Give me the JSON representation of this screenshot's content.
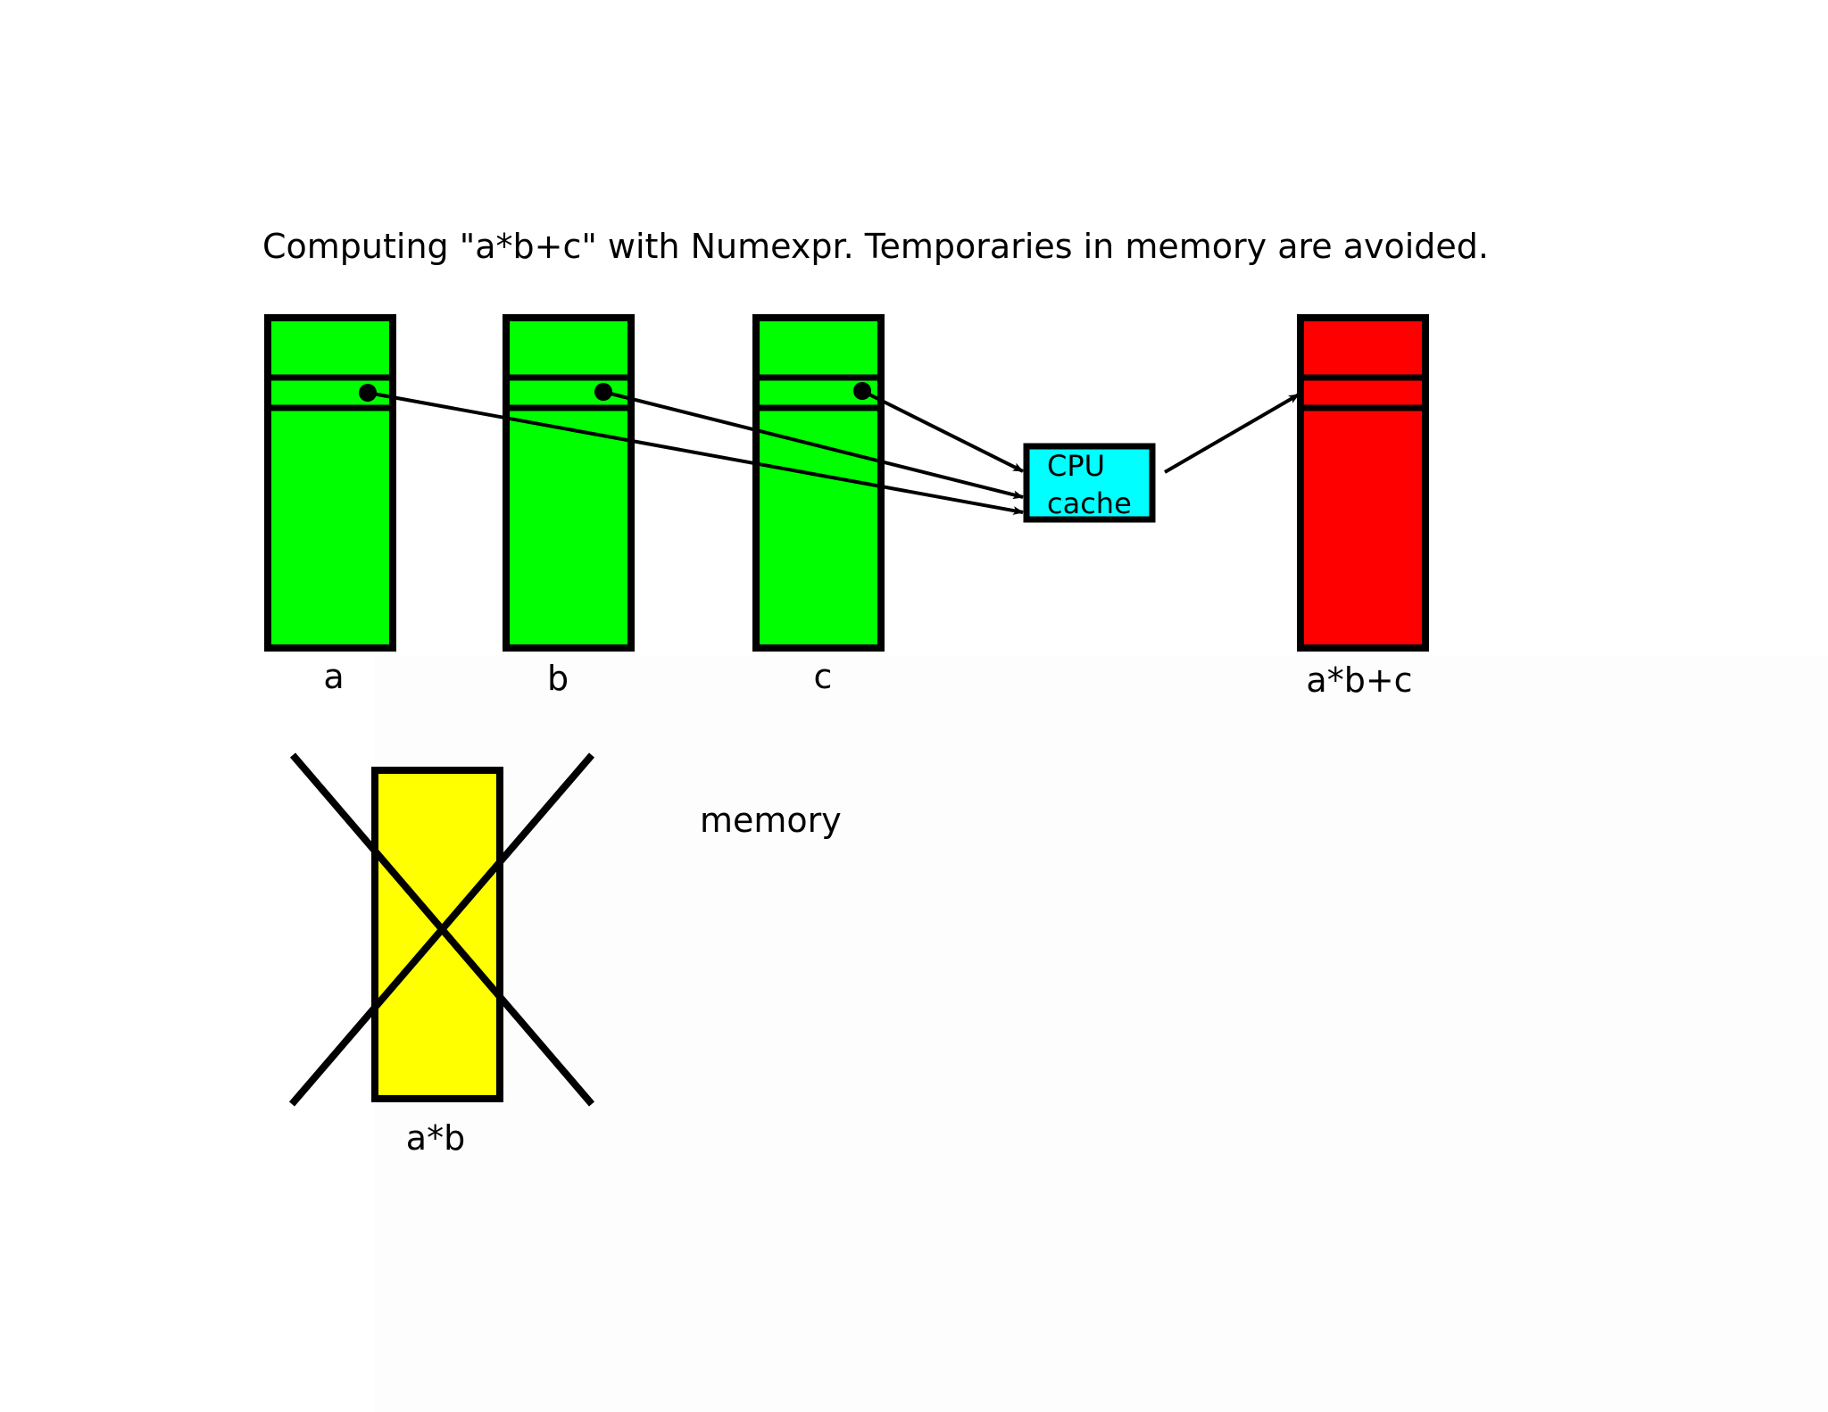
{
  "title": "Computing \"a*b+c\" with Numexpr.  Temporaries in memory are avoided.",
  "arrays": [
    {
      "id": "a",
      "label": "a",
      "color": "#00ff00"
    },
    {
      "id": "b",
      "label": "b",
      "color": "#00ff00"
    },
    {
      "id": "c",
      "label": "c",
      "color": "#00ff00"
    },
    {
      "id": "result",
      "label": "a*b+c",
      "color": "#ff0000"
    }
  ],
  "cache": {
    "line1": "CPU",
    "line2": "cache",
    "color": "#00ffff"
  },
  "temporary": {
    "label": "a*b",
    "color": "#ffff00",
    "crossed_out": true
  },
  "memory_label": "memory",
  "stroke_color": "#000000"
}
